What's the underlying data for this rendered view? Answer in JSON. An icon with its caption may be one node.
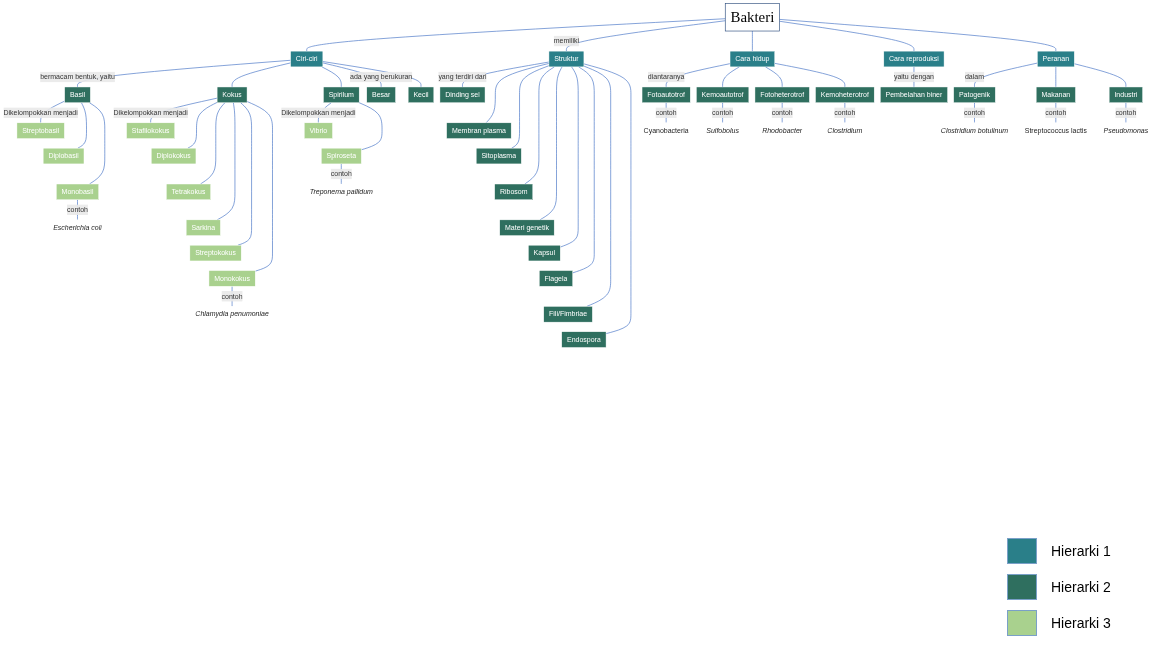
{
  "diagram": {
    "nodes": [
      {
        "text": [
          "Bakteri"
        ]
      },
      {
        "text": [
          "Ciri-ciri"
        ]
      },
      {
        "text": [
          "Struktur"
        ]
      },
      {
        "text": [
          "Cara hidup"
        ]
      },
      {
        "text": [
          "Cara reproduksi"
        ]
      },
      {
        "text": [
          "Peranan"
        ]
      },
      {
        "text": [
          "Basil"
        ]
      },
      {
        "text": [
          "Kokus"
        ]
      },
      {
        "text": [
          "Spirilum"
        ]
      },
      {
        "text": [
          "Besar"
        ]
      },
      {
        "text": [
          "Kecil"
        ]
      },
      {
        "text": [
          "Streptobasil"
        ]
      },
      {
        "text": [
          "Diplobasil"
        ]
      },
      {
        "text": [
          "Monobasil"
        ]
      },
      {
        "text": [
          "Escherichia coli"
        ]
      },
      {
        "text": [
          "Stafilokokus"
        ]
      },
      {
        "text": [
          "Diplokokus"
        ]
      },
      {
        "text": [
          "Tetrakokus"
        ]
      },
      {
        "text": [
          "Sarkina"
        ]
      },
      {
        "text": [
          "Streptokokus"
        ]
      },
      {
        "text": [
          "Monokokus"
        ]
      },
      {
        "text": [
          "Chlamydia penumoniae"
        ]
      },
      {
        "text": [
          "Vibrio"
        ]
      },
      {
        "text": [
          "Spiroseta"
        ]
      },
      {
        "text": [
          "Treponema pallidum"
        ]
      },
      {
        "text": [
          "Dinding sel"
        ]
      },
      {
        "text": [
          "Membran plasma"
        ]
      },
      {
        "text": [
          "Sitoplasma"
        ]
      },
      {
        "text": [
          "Ribosom"
        ]
      },
      {
        "text": [
          "Materi genetik"
        ]
      },
      {
        "text": [
          "Kapsul"
        ]
      },
      {
        "text": [
          "Flagela"
        ]
      },
      {
        "text": [
          "Fili/Fimbriae"
        ]
      },
      {
        "text": [
          "Endospora"
        ]
      },
      {
        "text": [
          "Fotoautotrof"
        ]
      },
      {
        "text": [
          "Cyanobacteria"
        ]
      },
      {
        "text": [
          "Kemoautotrof"
        ]
      },
      {
        "text": [
          "Sulfobolus"
        ]
      },
      {
        "text": [
          "Fotoheterotrof"
        ]
      },
      {
        "text": [
          "Rhodobacter"
        ]
      },
      {
        "text": [
          "Kemoheterotrof"
        ]
      },
      {
        "text": [
          "Clostridium"
        ]
      },
      {
        "text": [
          "Pembelahan biner"
        ]
      },
      {
        "text": [
          "Patogenik"
        ]
      },
      {
        "text": [
          "Clostridium botulinum"
        ]
      },
      {
        "text": [
          "Makanan"
        ]
      },
      {
        "text": [
          "Streptococcus lactis"
        ]
      },
      {
        "text": [
          "Industri"
        ]
      },
      {
        "text": [
          "Pseudomonas"
        ]
      }
    ],
    "edges": [
      {
        "from": 0,
        "to": 1,
        "arrow": "none"
      },
      {
        "from": 0,
        "to": 2,
        "arrow": "none",
        "label": "memiliki"
      },
      {
        "from": 0,
        "to": 3,
        "arrow": "none"
      },
      {
        "from": 0,
        "to": 4,
        "arrow": "none"
      },
      {
        "from": 0,
        "to": 5,
        "arrow": "none"
      },
      {
        "from": 1,
        "to": 6,
        "arrow": "none",
        "label": "bermacam bentuk, yaitu"
      },
      {
        "from": 1,
        "to": 7,
        "arrow": "none"
      },
      {
        "from": 1,
        "to": 8,
        "arrow": "none"
      },
      {
        "from": 1,
        "to": 9,
        "arrow": "none",
        "label": "ada yang berukuran"
      },
      {
        "from": 1,
        "to": 10,
        "arrow": "none"
      },
      {
        "from": 6,
        "to": 11,
        "arrow": "none",
        "label": "Dikelompokkan menjadi"
      },
      {
        "from": 6,
        "to": 12,
        "arrow": "none"
      },
      {
        "from": 6,
        "to": 13,
        "arrow": "none"
      },
      {
        "from": 13,
        "to": 14,
        "arrow": "none",
        "label": "contoh"
      },
      {
        "from": 7,
        "to": 15,
        "arrow": "none",
        "label": "Dikelompokkan menjadi"
      },
      {
        "from": 7,
        "to": 16,
        "arrow": "none"
      },
      {
        "from": 7,
        "to": 17,
        "arrow": "none"
      },
      {
        "from": 7,
        "to": 18,
        "arrow": "none"
      },
      {
        "from": 7,
        "to": 19,
        "arrow": "none"
      },
      {
        "from": 7,
        "to": 20,
        "arrow": "none"
      },
      {
        "from": 20,
        "to": 21,
        "arrow": "none",
        "label": "contoh"
      },
      {
        "from": 8,
        "to": 22,
        "arrow": "none",
        "label": "Dikelompokkan menjadi"
      },
      {
        "from": 8,
        "to": 23,
        "arrow": "none"
      },
      {
        "from": 23,
        "to": 24,
        "arrow": "none",
        "label": "contoh"
      },
      {
        "from": 2,
        "to": 25,
        "arrow": "none",
        "label": "yang terdiri dari"
      },
      {
        "from": 2,
        "to": 26,
        "arrow": "none"
      },
      {
        "from": 2,
        "to": 27,
        "arrow": "none"
      },
      {
        "from": 2,
        "to": 28,
        "arrow": "none"
      },
      {
        "from": 2,
        "to": 29,
        "arrow": "none"
      },
      {
        "from": 2,
        "to": 30,
        "arrow": "none"
      },
      {
        "from": 2,
        "to": 31,
        "arrow": "none"
      },
      {
        "from": 2,
        "to": 32,
        "arrow": "none"
      },
      {
        "from": 2,
        "to": 33,
        "arrow": "none"
      },
      {
        "from": 3,
        "to": 34,
        "arrow": "none",
        "label": "diantaranya"
      },
      {
        "from": 3,
        "to": 36,
        "arrow": "none"
      },
      {
        "from": 3,
        "to": 38,
        "arrow": "none"
      },
      {
        "from": 3,
        "to": 40,
        "arrow": "none"
      },
      {
        "from": 34,
        "to": 35,
        "arrow": "none",
        "label": "contoh"
      },
      {
        "from": 36,
        "to": 37,
        "arrow": "none",
        "label": "contoh"
      },
      {
        "from": 38,
        "to": 39,
        "arrow": "none",
        "label": "contoh"
      },
      {
        "from": 40,
        "to": 41,
        "arrow": "none",
        "label": "contoh"
      },
      {
        "from": 4,
        "to": 42,
        "arrow": "none",
        "label": "yaitu dengan"
      },
      {
        "from": 5,
        "to": 43,
        "arrow": "none",
        "label": "dalam"
      },
      {
        "from": 5,
        "to": 45,
        "arrow": "none"
      },
      {
        "from": 5,
        "to": 47,
        "arrow": "none"
      },
      {
        "from": 43,
        "to": 44,
        "arrow": "none",
        "label": "contoh"
      },
      {
        "from": 45,
        "to": 46,
        "arrow": "none",
        "label": "contoh"
      },
      {
        "from": 47,
        "to": 48,
        "arrow": "none",
        "label": "contoh"
      }
    ],
    "legend": [
      {
        "text": "Hierarki 1",
        "color": "#2a7f89"
      },
      {
        "text": "Hierarki 2",
        "color": "#2f6f5f"
      },
      {
        "text": "Hierarki 3",
        "color": "#a9d18e"
      }
    ]
  }
}
